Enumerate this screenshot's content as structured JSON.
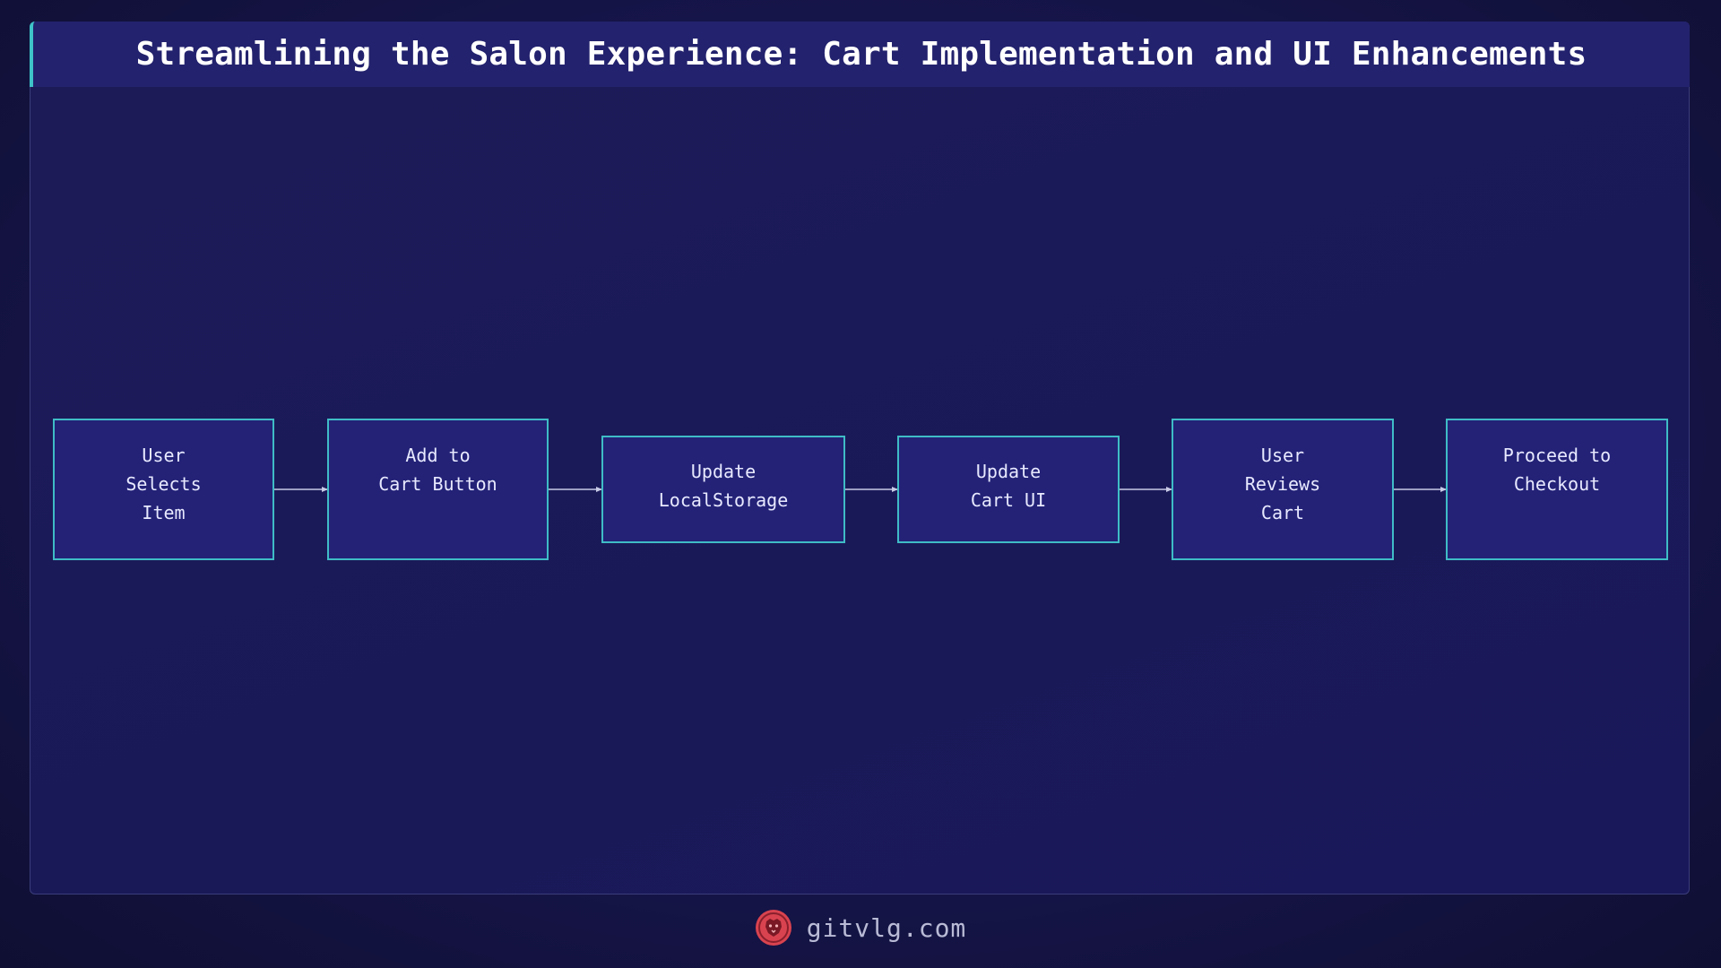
{
  "title": "Streamlining the Salon Experience: Cart Implementation and UI Enhancements",
  "diagram": {
    "nodes": [
      {
        "id": "n1",
        "label": "User\nSelects\nItem"
      },
      {
        "id": "n2",
        "label": "Add to\nCart Button"
      },
      {
        "id": "n3",
        "label": "Update\nLocalStorage"
      },
      {
        "id": "n4",
        "label": "Update\nCart UI"
      },
      {
        "id": "n5",
        "label": "User\nReviews\nCart"
      },
      {
        "id": "n6",
        "label": "Proceed to\nCheckout"
      }
    ],
    "edges": [
      {
        "from": "n1",
        "to": "n2"
      },
      {
        "from": "n2",
        "to": "n3"
      },
      {
        "from": "n3",
        "to": "n4"
      },
      {
        "from": "n4",
        "to": "n5"
      },
      {
        "from": "n5",
        "to": "n6"
      }
    ]
  },
  "footer": {
    "site": "gitvlg.com",
    "logo_icon": "lion-head-icon"
  },
  "colors": {
    "background": "#16154a",
    "node_fill": "#232277",
    "node_border": "#3fbcc6",
    "accent": "#3fc3c8",
    "logo": "#d9434f",
    "edge": "#c8cae6"
  }
}
